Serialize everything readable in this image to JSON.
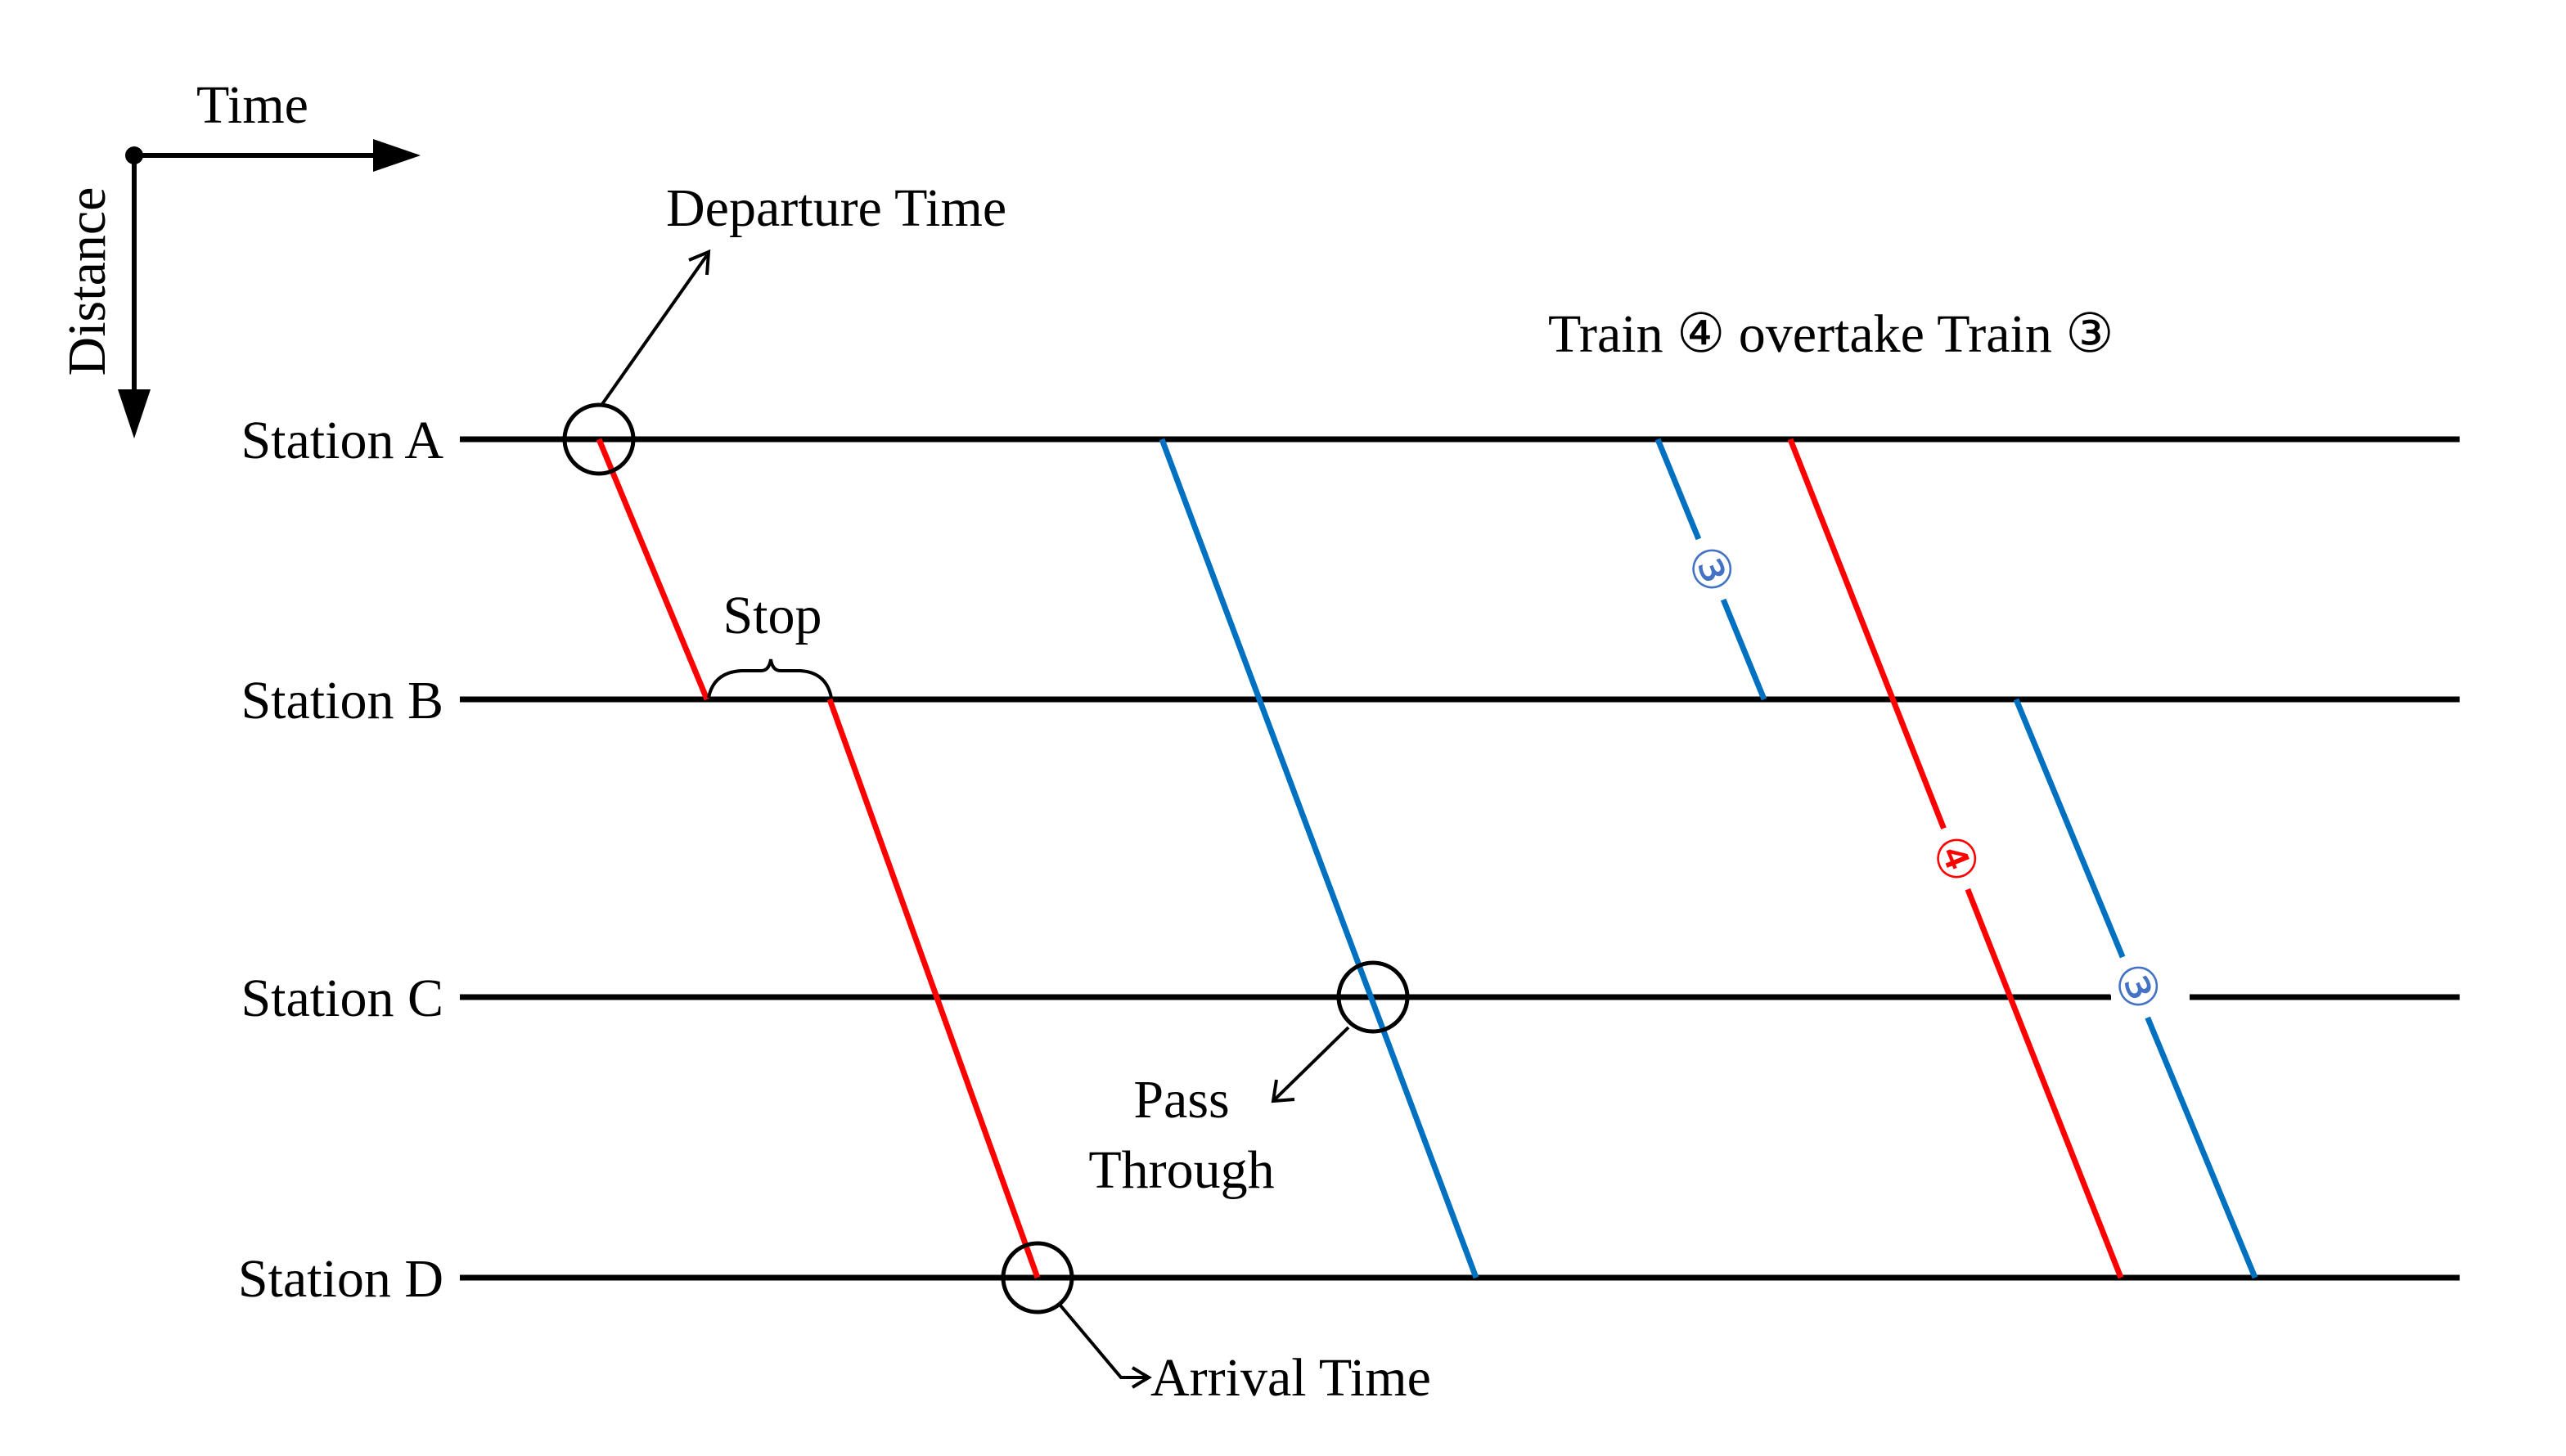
{
  "axes": {
    "time_label": "Time",
    "distance_label": "Distance"
  },
  "stations": [
    {
      "name": "Station A"
    },
    {
      "name": "Station B"
    },
    {
      "name": "Station C"
    },
    {
      "name": "Station D"
    }
  ],
  "annotations": {
    "departure_time": "Departure Time",
    "stop": "Stop",
    "pass_through_line1": "Pass",
    "pass_through_line2": "Through",
    "arrival_time": "Arrival Time",
    "overtake": "Train ④ overtake Train ③"
  },
  "train_markers": {
    "train3": "③",
    "train4": "④"
  },
  "colors": {
    "red_train": "#ff0000",
    "blue_train": "#0070c0",
    "station_line": "#000000"
  }
}
